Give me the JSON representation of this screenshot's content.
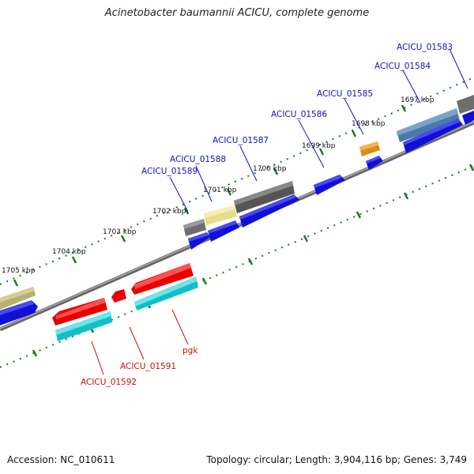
{
  "title": "Acinetobacter baumannii ACICU, complete genome",
  "footer": {
    "accession": "Accession: NC_010611",
    "topology": "Topology: circular; Length: 3,904,116 bp; Genes: 3,749"
  },
  "colors": {
    "forward_label": "#1010c8",
    "reverse_label": "#c81010",
    "tick": "#1a7a1a",
    "backbone": "#777777"
  },
  "kbp_ticks": [
    "1697 kbp",
    "1698 kbp",
    "1699 kbp",
    "1700 kbp",
    "1701 kbp",
    "1702 kbp",
    "1703 kbp",
    "1704 kbp",
    "1705 kbp"
  ],
  "genes": [
    {
      "name": "ACICU_01583",
      "strand": "+",
      "labeled": true
    },
    {
      "name": "ACICU_01584",
      "strand": "+",
      "labeled": true
    },
    {
      "name": "ACICU_01585",
      "strand": "+",
      "labeled": true
    },
    {
      "name": "ACICU_01586",
      "strand": "+",
      "labeled": true
    },
    {
      "name": "ACICU_01587",
      "strand": "+",
      "labeled": true
    },
    {
      "name": "ACICU_01588",
      "strand": "+",
      "labeled": true
    },
    {
      "name": "ACICU_01589",
      "strand": "+",
      "labeled": true
    },
    {
      "name": "pgk",
      "strand": "-",
      "labeled": true
    },
    {
      "name": "ACICU_01591",
      "strand": "-",
      "labeled": true
    },
    {
      "name": "ACICU_01592",
      "strand": "-",
      "labeled": true
    }
  ]
}
